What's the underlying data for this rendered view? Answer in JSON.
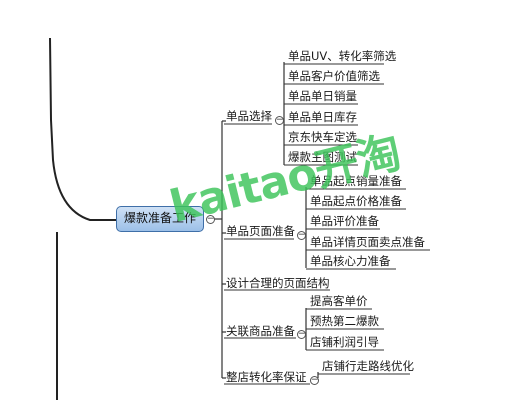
{
  "root": "爆款准备工作",
  "branches": [
    {
      "label": "单品选择",
      "children": [
        "单品UV、转化率筛选",
        "单品客户价值筛选",
        "单品单日销量",
        "单品单日库存",
        "京东快车定选",
        "爆款主图测试"
      ]
    },
    {
      "label": "单品页面准备",
      "children": [
        "单品起点销量准备",
        "单品起点价格准备",
        "单品评价准备",
        "单品详情页面卖点准备",
        "单品核心力准备"
      ]
    },
    {
      "label": "设计合理的页面结构",
      "children": []
    },
    {
      "label": "关联商品准备",
      "children": [
        "提高客单价",
        "预热第二爆款",
        "店铺利润引导"
      ]
    },
    {
      "label": "整店转化率保证",
      "children": [
        "店铺行走路线优化"
      ]
    }
  ],
  "watermark": "kaitao开淘",
  "colors": {
    "line": "#333333",
    "root_border": "#3f6fa8",
    "root_fill": "#b7d2ef",
    "watermark": "#3cc45a"
  }
}
